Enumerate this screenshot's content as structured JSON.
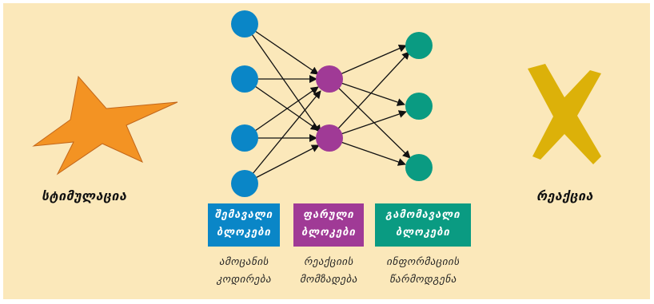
{
  "labels": {
    "stimulus": "სტიმულაცია",
    "reaction": "რეაქცია"
  },
  "blocks": [
    {
      "line1": "შემავალი",
      "line2": "ბლოკები",
      "color": "#0a86c7"
    },
    {
      "line1": "ფარული",
      "line2": "ბლოკები",
      "color": "#a03a96"
    },
    {
      "line1": "გამომავალი",
      "line2": "ბლოკები",
      "color": "#0a9b82"
    }
  ],
  "descriptions": [
    {
      "line1": "ამოცანის",
      "line2": "კოდირება"
    },
    {
      "line1": "რეაქციის",
      "line2": "მომზადება"
    },
    {
      "line1": "ინფორმაციის",
      "line2": "წარმოდგენა"
    }
  ],
  "colors": {
    "background": "#fbe8ba",
    "input_node": "#0a86c7",
    "hidden_node": "#a03a96",
    "output_node": "#0a9b82",
    "star": "#f39323",
    "cross": "#dcb109"
  }
}
